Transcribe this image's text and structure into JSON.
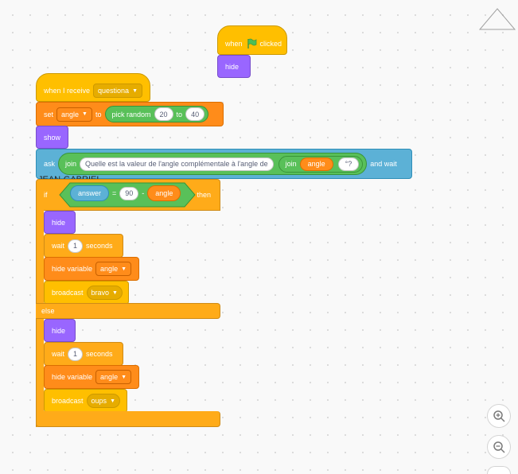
{
  "when_flag": {
    "when": "when",
    "clicked": "clicked"
  },
  "hide1": "hide",
  "receive": {
    "label": "when I receive",
    "message": "questiona"
  },
  "set": {
    "label": "set",
    "var": "angle",
    "to": "to",
    "pick": "pick random",
    "from": "20",
    "to2": "to",
    "max": "40"
  },
  "show": "show",
  "ask": {
    "label": "ask",
    "join": "join",
    "text": "Quelle est la valeur de l'angle complémentale à l'angle de",
    "join2": "join",
    "var": "angle",
    "suffix": "°?",
    "wait": "and wait"
  },
  "sprite_label": "JEAN-GABRIEL",
  "if": {
    "label": "if",
    "answer": "answer",
    "eq": "=",
    "n90": "90",
    "minus": "-",
    "var": "angle",
    "then": "then"
  },
  "branch1": {
    "hide": "hide",
    "wait": "wait",
    "secs": "1",
    "seconds": "seconds",
    "hidevar": "hide variable",
    "var": "angle",
    "broadcast": "broadcast",
    "msg": "bravo"
  },
  "else": "else",
  "branch2": {
    "hide": "hide",
    "wait": "wait",
    "secs": "1",
    "seconds": "seconds",
    "hidevar": "hide variable",
    "var": "angle",
    "broadcast": "broadcast",
    "msg": "oups"
  },
  "icons": {
    "flag": "green-flag-icon",
    "zoom_in": "zoom-in-icon",
    "zoom_out": "zoom-out-icon",
    "triangle": "triangle-icon"
  },
  "colors": {
    "events": "#ffbf00",
    "control": "#ffab19",
    "variables": "#ff8c1a",
    "looks": "#9966ff",
    "sensing": "#5cb1d6",
    "operators": "#59c059"
  }
}
